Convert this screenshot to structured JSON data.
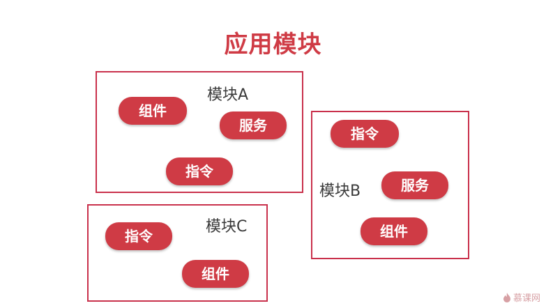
{
  "title": "应用模块",
  "modules": {
    "a": {
      "label": "模块A",
      "items": [
        "组件",
        "服务",
        "指令"
      ]
    },
    "b": {
      "label": "模块B",
      "items": [
        "指令",
        "服务",
        "组件"
      ]
    },
    "c": {
      "label": "模块C",
      "items": [
        "指令",
        "组件"
      ]
    }
  },
  "watermark": "慕课网",
  "colors": {
    "accent": "#cf3b45",
    "border": "#c9304b",
    "label": "#3a3a3a"
  }
}
